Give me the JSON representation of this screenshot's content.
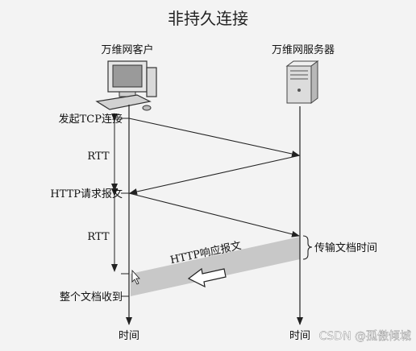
{
  "title": "非持久连接",
  "client_label": "万维网客户",
  "server_label": "万维网服务器",
  "left_labels": {
    "tcp": "发起TCP连接",
    "rtt1": "RTT",
    "http_request": "HTTP请求报文",
    "rtt2": "RTT",
    "received": "整个文档收到"
  },
  "response_label": "HTTP响应报文",
  "transfer_label": "传输文档时间",
  "time_left": "时间",
  "time_right": "时间",
  "watermark": "CSDN @孤傲倾城",
  "colors": {
    "background": "#f3f3f3",
    "band": "#c8c8c8",
    "line": "#222222"
  }
}
